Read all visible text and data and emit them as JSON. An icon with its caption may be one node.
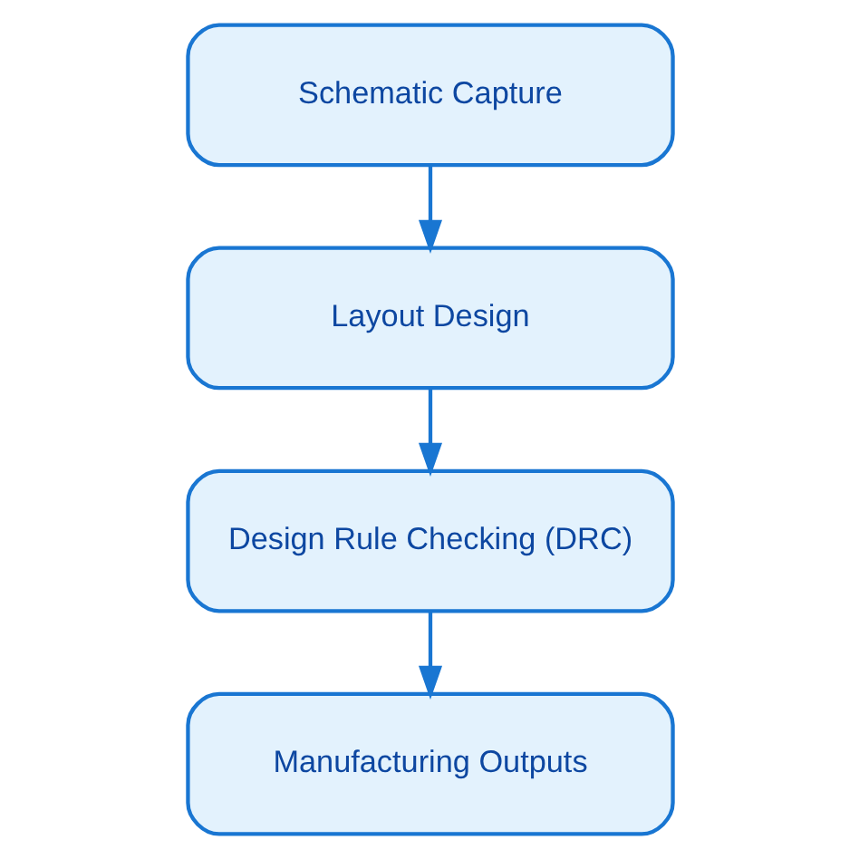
{
  "diagram": {
    "nodes": [
      {
        "text": [
          "Schematic Capture"
        ]
      },
      {
        "text": [
          "Layout Design"
        ]
      },
      {
        "text": [
          "Design Rule Checking (DRC)"
        ]
      },
      {
        "text": [
          "Manufacturing Outputs"
        ]
      }
    ],
    "edges": [
      {
        "from": 0,
        "to": 1,
        "arrow": "to"
      },
      {
        "from": 1,
        "to": 2,
        "arrow": "to"
      },
      {
        "from": 2,
        "to": 3,
        "arrow": "to"
      }
    ]
  }
}
